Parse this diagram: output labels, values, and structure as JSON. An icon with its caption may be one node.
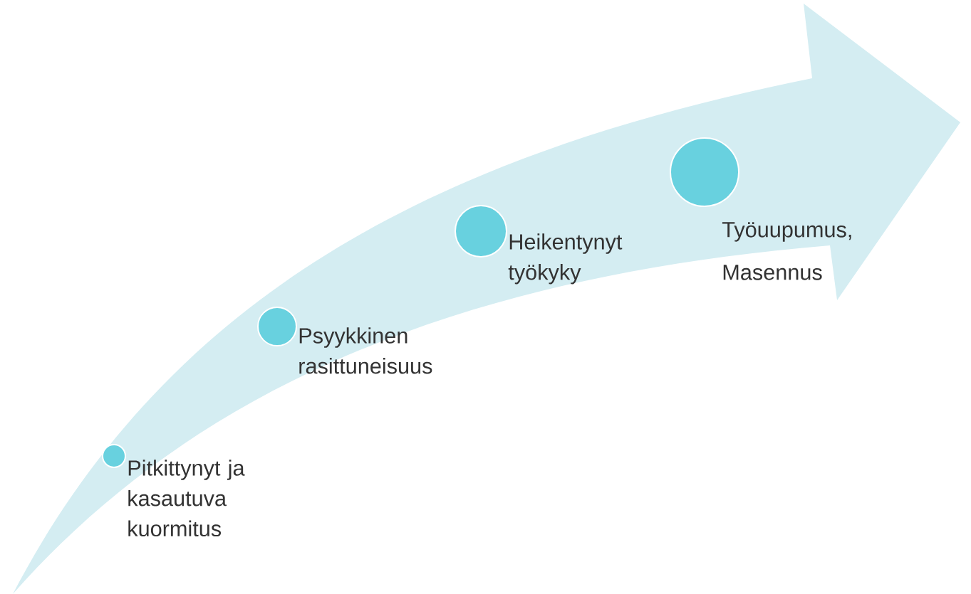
{
  "diagram": {
    "nodes": [
      {
        "text": [],
        "shape": "circle",
        "beside": [
          "Pitkittynyt ja kasautuva kuormitus"
        ]
      },
      {
        "text": [],
        "shape": "circle",
        "beside": [
          "Psyykkinen rasittuneisuus"
        ]
      },
      {
        "text": [],
        "shape": "circle",
        "beside": [
          "Heikentynyt työkyky"
        ]
      },
      {
        "text": [],
        "shape": "circle",
        "beside": [
          "Työuupumus,",
          "Masennus"
        ]
      }
    ]
  }
}
